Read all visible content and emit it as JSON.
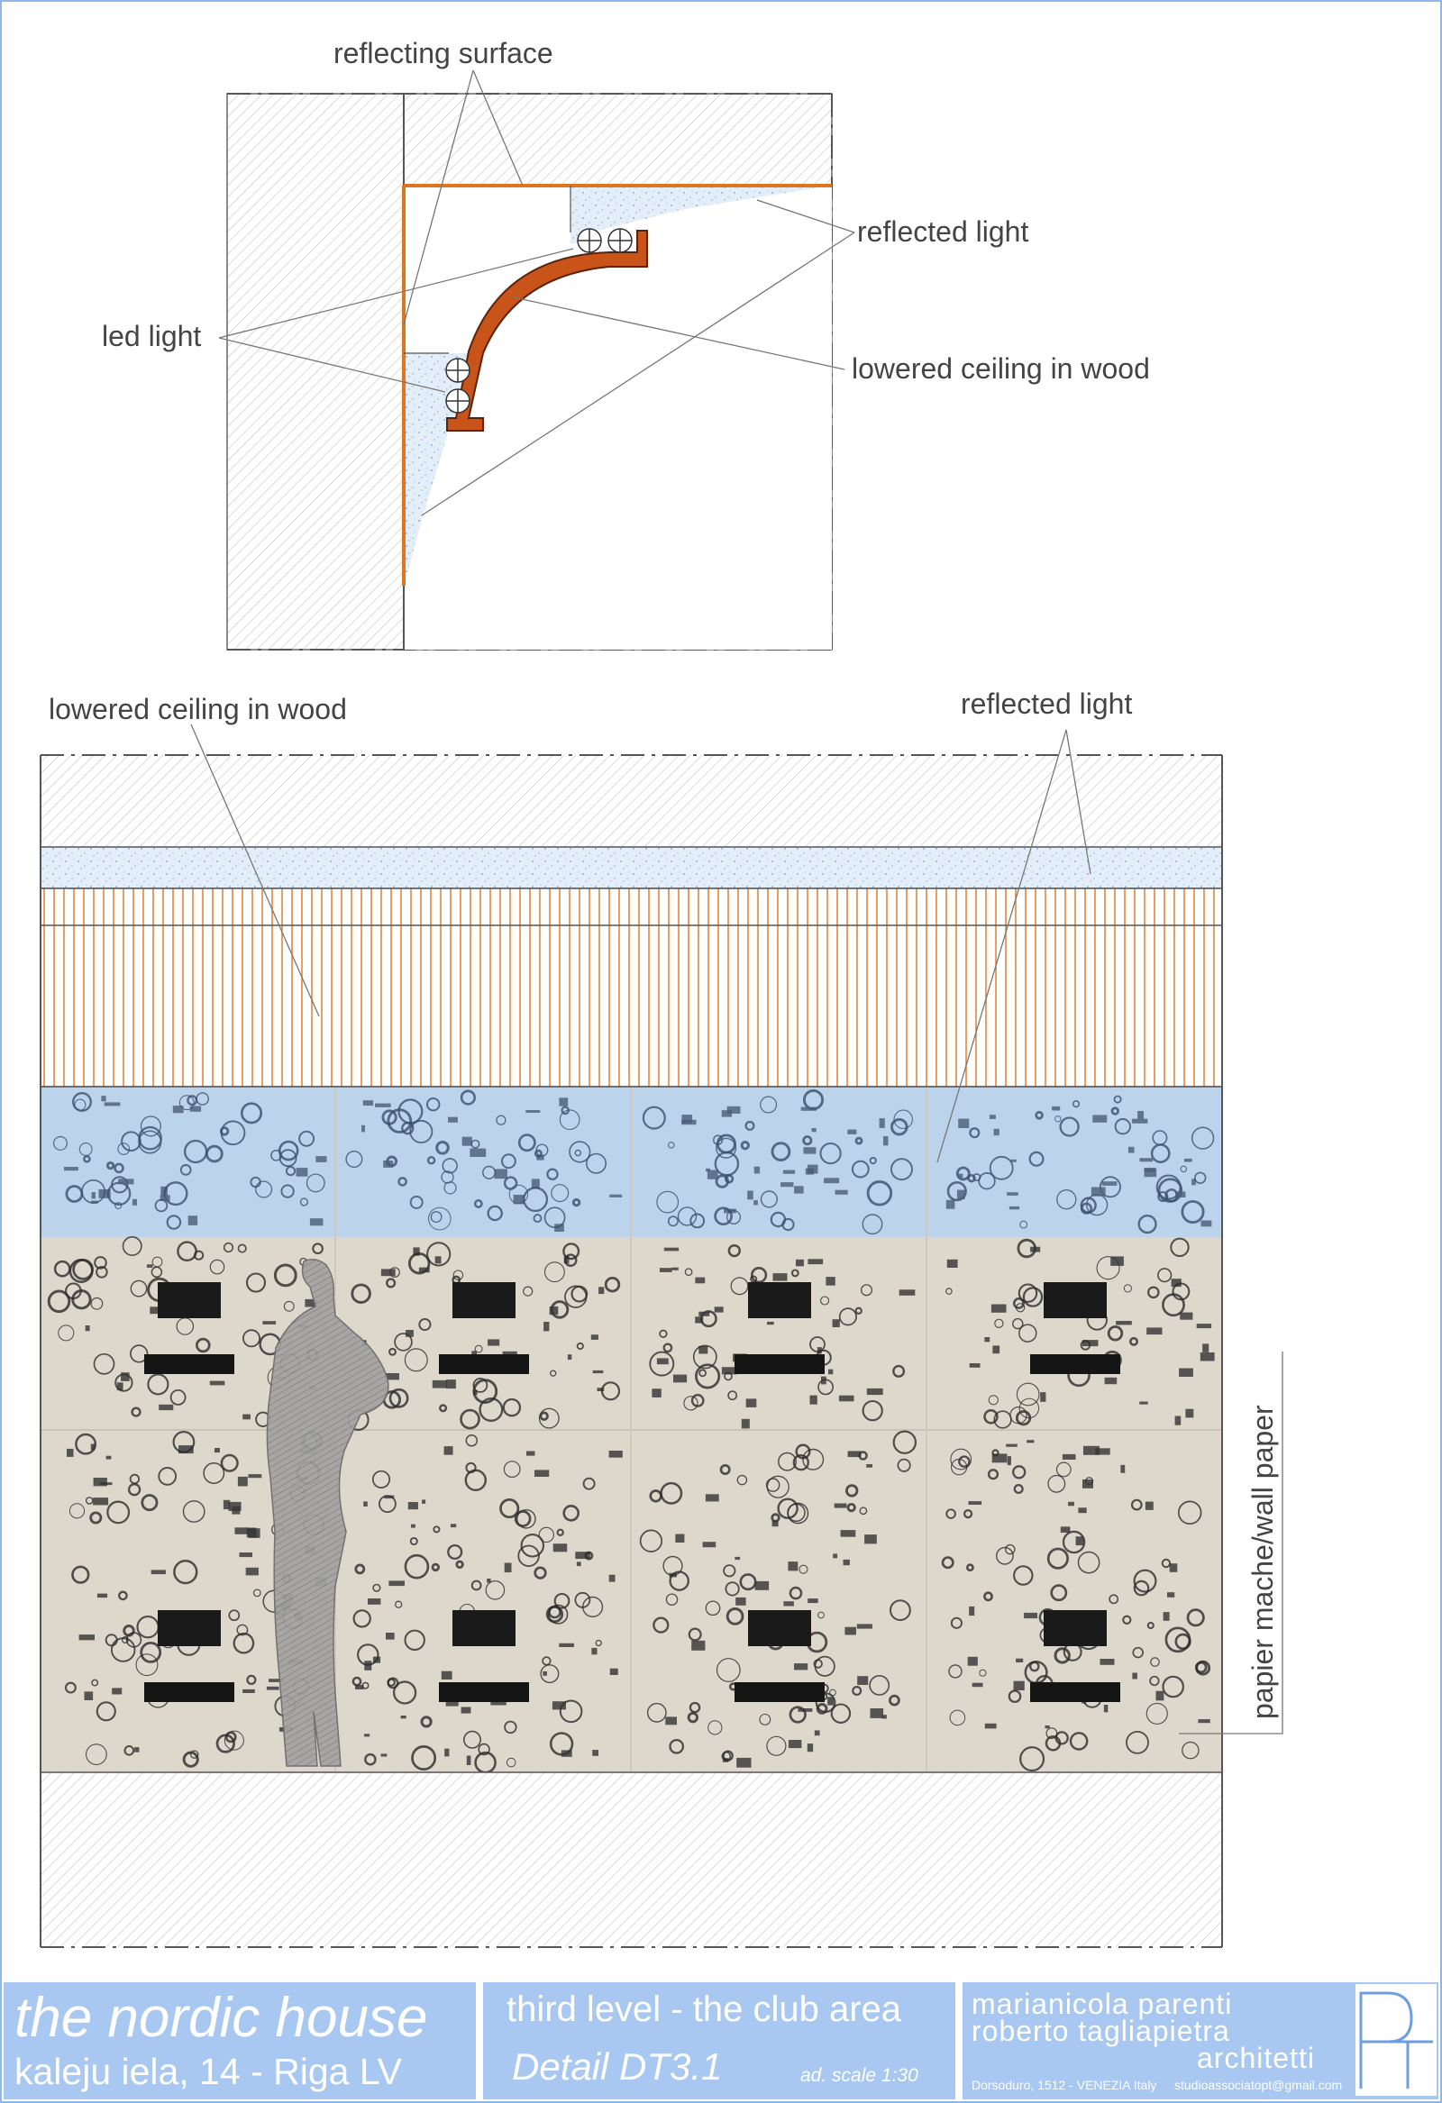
{
  "labels": {
    "reflecting_surface": "reflecting surface",
    "reflected_light_top": "reflected light",
    "led_light": "led light",
    "lowered_ceiling_top": "lowered ceiling in wood",
    "lowered_ceiling_elev": "lowered ceiling in wood",
    "reflected_light_elev": "reflected light",
    "papier_mache": "papier mache/wall paper"
  },
  "titleblock": {
    "project_title": "the nordic house",
    "project_address": "kaleju iela, 14 - Riga LV",
    "level": "third level - the club area",
    "detail": "Detail DT3.1",
    "scale": "ad. scale 1:30",
    "architect_1": "marianicola parenti",
    "architect_2": "roberto tagliapietra",
    "firm": "architetti",
    "firm_address": "Dorsoduro, 1512 - VENEZIA Italy",
    "firm_email": "studioassociatopt@gmail.com",
    "logo_letters": "PT"
  },
  "colors": {
    "accent_orange": "#e0751f",
    "wood_brown": "#c8541a",
    "titleblock_blue": "#a8c8f2",
    "light_blue": "#bcd3ec",
    "wallpaper_beige": "#ddd7cc",
    "figure_gray": "#9a9a9a",
    "frame_border": "#8fb7e8"
  }
}
